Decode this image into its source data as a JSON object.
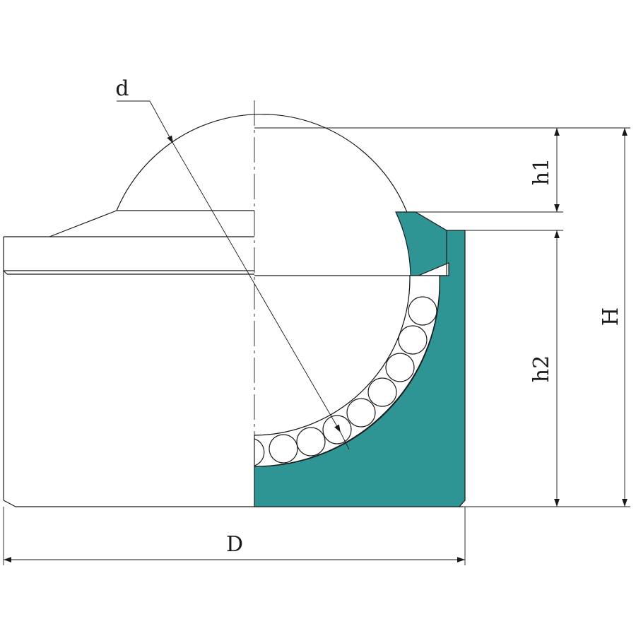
{
  "labels": {
    "d": "d",
    "h1": "h1",
    "h2": "h2",
    "H": "H",
    "D": "D"
  },
  "colors": {
    "housing_section": "#2f9494",
    "line": "#1a1a1a",
    "background": "#ffffff"
  }
}
